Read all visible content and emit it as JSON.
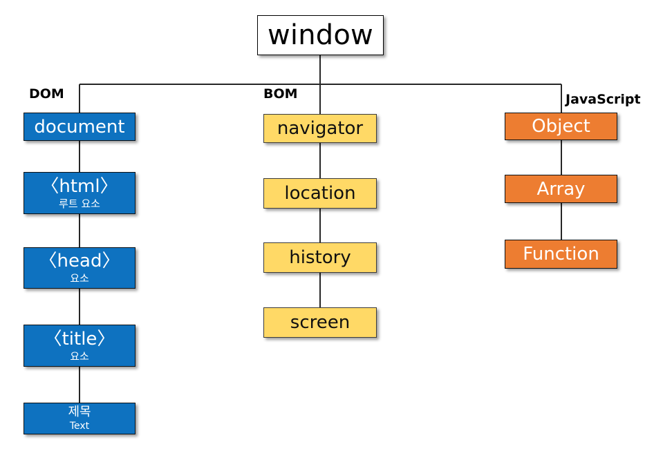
{
  "diagram": {
    "title": "window object model tree",
    "colors": {
      "root_fill": "#FFFFFF",
      "root_border": "#000000",
      "dom_fill": "#0E72C0",
      "bom_fill": "#FFD966",
      "js_fill": "#ED7D31",
      "line": "#262626",
      "dom_text": "#FFFFFF",
      "bom_text": "#101010",
      "js_text": "#FFFFFF"
    },
    "root": {
      "label": "window"
    },
    "branches": [
      {
        "caption": "DOM"
      },
      {
        "caption": "BOM"
      },
      {
        "caption": "JavaScript"
      }
    ],
    "dom": {
      "caption": "DOM",
      "nodes": [
        {
          "main": "document",
          "sub": ""
        },
        {
          "main": "〈html〉",
          "sub": "루트 요소"
        },
        {
          "main": "〈head〉",
          "sub": "요소"
        },
        {
          "main": "〈title〉",
          "sub": "요소"
        },
        {
          "main": "제목",
          "sub": "Text"
        }
      ]
    },
    "bom": {
      "caption": "BOM",
      "nodes": [
        {
          "main": "navigator",
          "sub": ""
        },
        {
          "main": "location",
          "sub": ""
        },
        {
          "main": "history",
          "sub": ""
        },
        {
          "main": "screen",
          "sub": ""
        }
      ]
    },
    "js": {
      "caption": "JavaScript",
      "nodes": [
        {
          "main": "Object",
          "sub": ""
        },
        {
          "main": "Array",
          "sub": ""
        },
        {
          "main": "Function",
          "sub": ""
        }
      ]
    }
  }
}
